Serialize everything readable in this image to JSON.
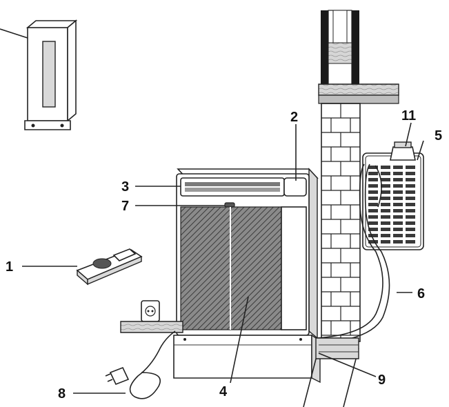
{
  "callouts": {
    "c1": "1",
    "c2": "2",
    "c3": "3",
    "c4": "4",
    "c5": "5",
    "c6": "6",
    "c7": "7",
    "c8": "8",
    "c9": "9",
    "c11": "11"
  },
  "colors": {
    "line": "#222222",
    "grille": "#555555",
    "wood": "#cfcfcf"
  }
}
